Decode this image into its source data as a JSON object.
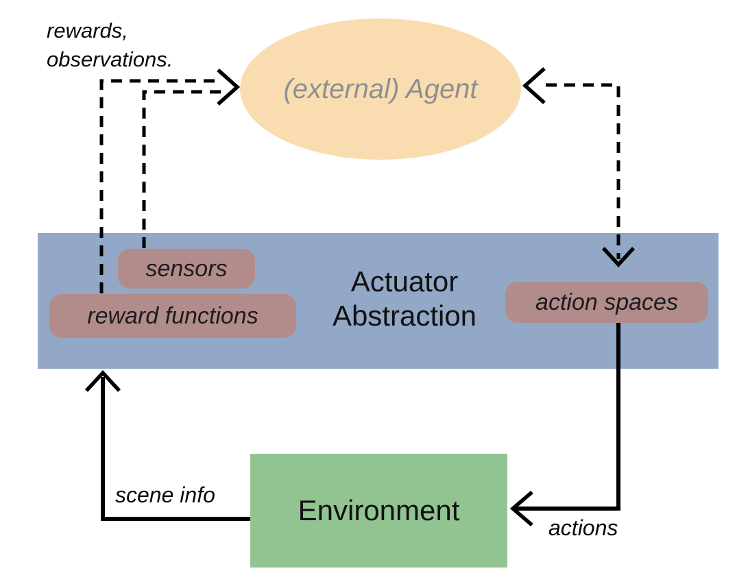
{
  "diagram": {
    "agent": {
      "label": "(external) Agent"
    },
    "band": {
      "title": "Actuator Abstraction"
    },
    "pills": {
      "sensors": "sensors",
      "reward_functions": "reward functions",
      "action_spaces": "action spaces"
    },
    "environment": {
      "label": "Environment"
    },
    "edges": {
      "rewards_observations": "rewards,\nobservations.",
      "scene_info": "scene info",
      "actions": "actions"
    },
    "colors": {
      "agent_fill": "#f9ddb0",
      "agent_text": "#8f8f8f",
      "band_fill": "#93a7c6",
      "pill_fill": "#b28c8b",
      "environment_fill": "#92c492",
      "line": "#000000"
    }
  }
}
